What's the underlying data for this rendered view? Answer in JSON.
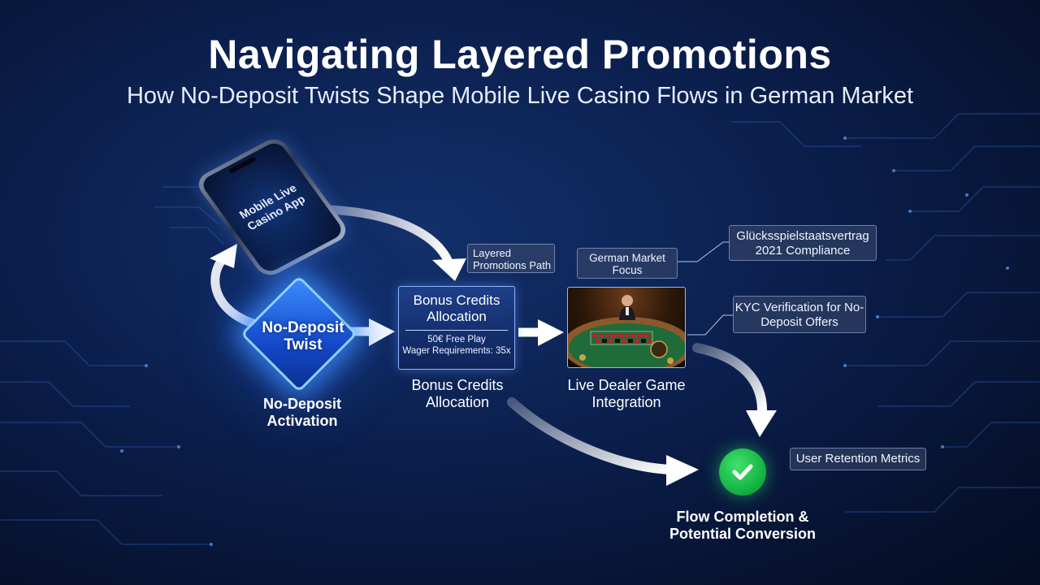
{
  "title": "Navigating Layered Promotions",
  "subtitle": "How No-Deposit Twists Shape Mobile Live Casino Flows in German Market",
  "phone": {
    "label": "Mobile Live Casino App"
  },
  "diamond": {
    "label": "No-Deposit Twist",
    "caption": "No-Deposit Activation"
  },
  "bonus": {
    "title": "Bonus Credits Allocation",
    "line1": "50€ Free Play",
    "line2": "Wager Requirements: 35x",
    "caption": "Bonus Credits Allocation"
  },
  "dealer": {
    "caption": "Live Dealer Game Integration"
  },
  "tags": {
    "layered": "Layered Promotions Path",
    "german": "German Market Focus",
    "glucks": "Glücksspielstaatsvertrag 2021 Compliance",
    "kyc": "KYC Verification for No-Deposit Offers",
    "retention": "User Retention Metrics"
  },
  "completion": {
    "caption": "Flow Completion & Potential Conversion"
  },
  "colors": {
    "background": "#0b1f4d",
    "accent": "#3b8bff",
    "success": "#16b545",
    "table": "#1f6b3a"
  },
  "icons": {
    "check": "check-icon"
  }
}
